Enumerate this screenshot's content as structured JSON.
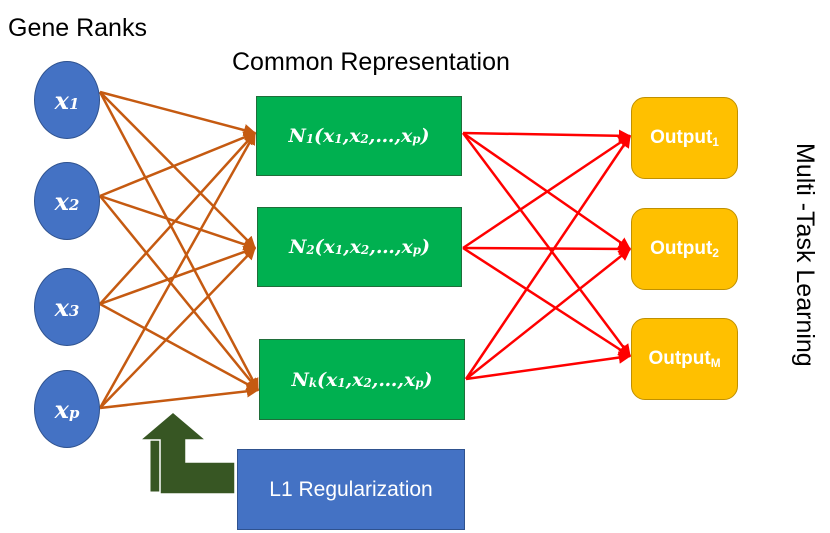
{
  "titles": {
    "gene_ranks": "Gene Ranks",
    "common_representation": "Common Representation",
    "multi_task_learning": "Multi -Task Learning"
  },
  "inputs": [
    {
      "var": "x",
      "sub": "1"
    },
    {
      "var": "x",
      "sub": "2"
    },
    {
      "var": "x",
      "sub": "3"
    },
    {
      "var": "x",
      "sub": "p"
    }
  ],
  "representations": [
    {
      "fn": "N",
      "sub": "1"
    },
    {
      "fn": "N",
      "sub": "2"
    },
    {
      "fn": "N",
      "sub": "k"
    }
  ],
  "representation_args": [
    "x",
    "1",
    "x",
    "2",
    "…",
    "x",
    "p"
  ],
  "outputs": [
    {
      "label": "Output",
      "sub": "1"
    },
    {
      "label": "Output",
      "sub": "2"
    },
    {
      "label": "Output",
      "sub": "M"
    }
  ],
  "regularization": {
    "label": "L1 Regularization"
  },
  "colors": {
    "input_node": "#4472c4",
    "representation_box": "#00b050",
    "output_box": "#ffc000",
    "input_edges": "#c55a11",
    "output_edges": "#ff0000",
    "regularization_box": "#4472c4",
    "regularization_arrow": "#375623"
  }
}
